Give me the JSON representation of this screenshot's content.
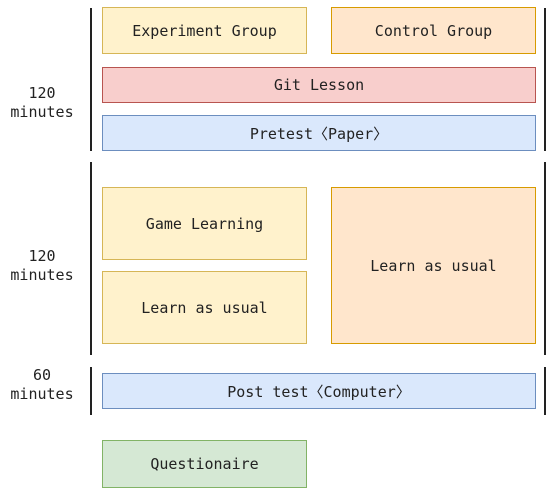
{
  "phase1": {
    "duration_value": "120",
    "duration_unit": "minutes",
    "experiment_group": "Experiment Group",
    "control_group": "Control Group",
    "git_lesson": "Git Lesson",
    "pretest": "Pretest〈Paper〉"
  },
  "phase2": {
    "duration_value": "120",
    "duration_unit": "minutes",
    "game_learning": "Game Learning",
    "experiment_learn_as_usual": "Learn as usual",
    "control_learn_as_usual": "Learn as usual"
  },
  "phase3": {
    "duration_value": "60",
    "duration_unit": "minutes",
    "post_test": "Post test〈Computer〉"
  },
  "final": {
    "questionnaire": "Questionaire"
  },
  "colors": {
    "experiment_fill": "#fff2cc",
    "control_fill": "#ffe6cc",
    "lesson_fill": "#f8cecc",
    "test_fill": "#dae8fc",
    "questionnaire_fill": "#d5e8d4"
  }
}
